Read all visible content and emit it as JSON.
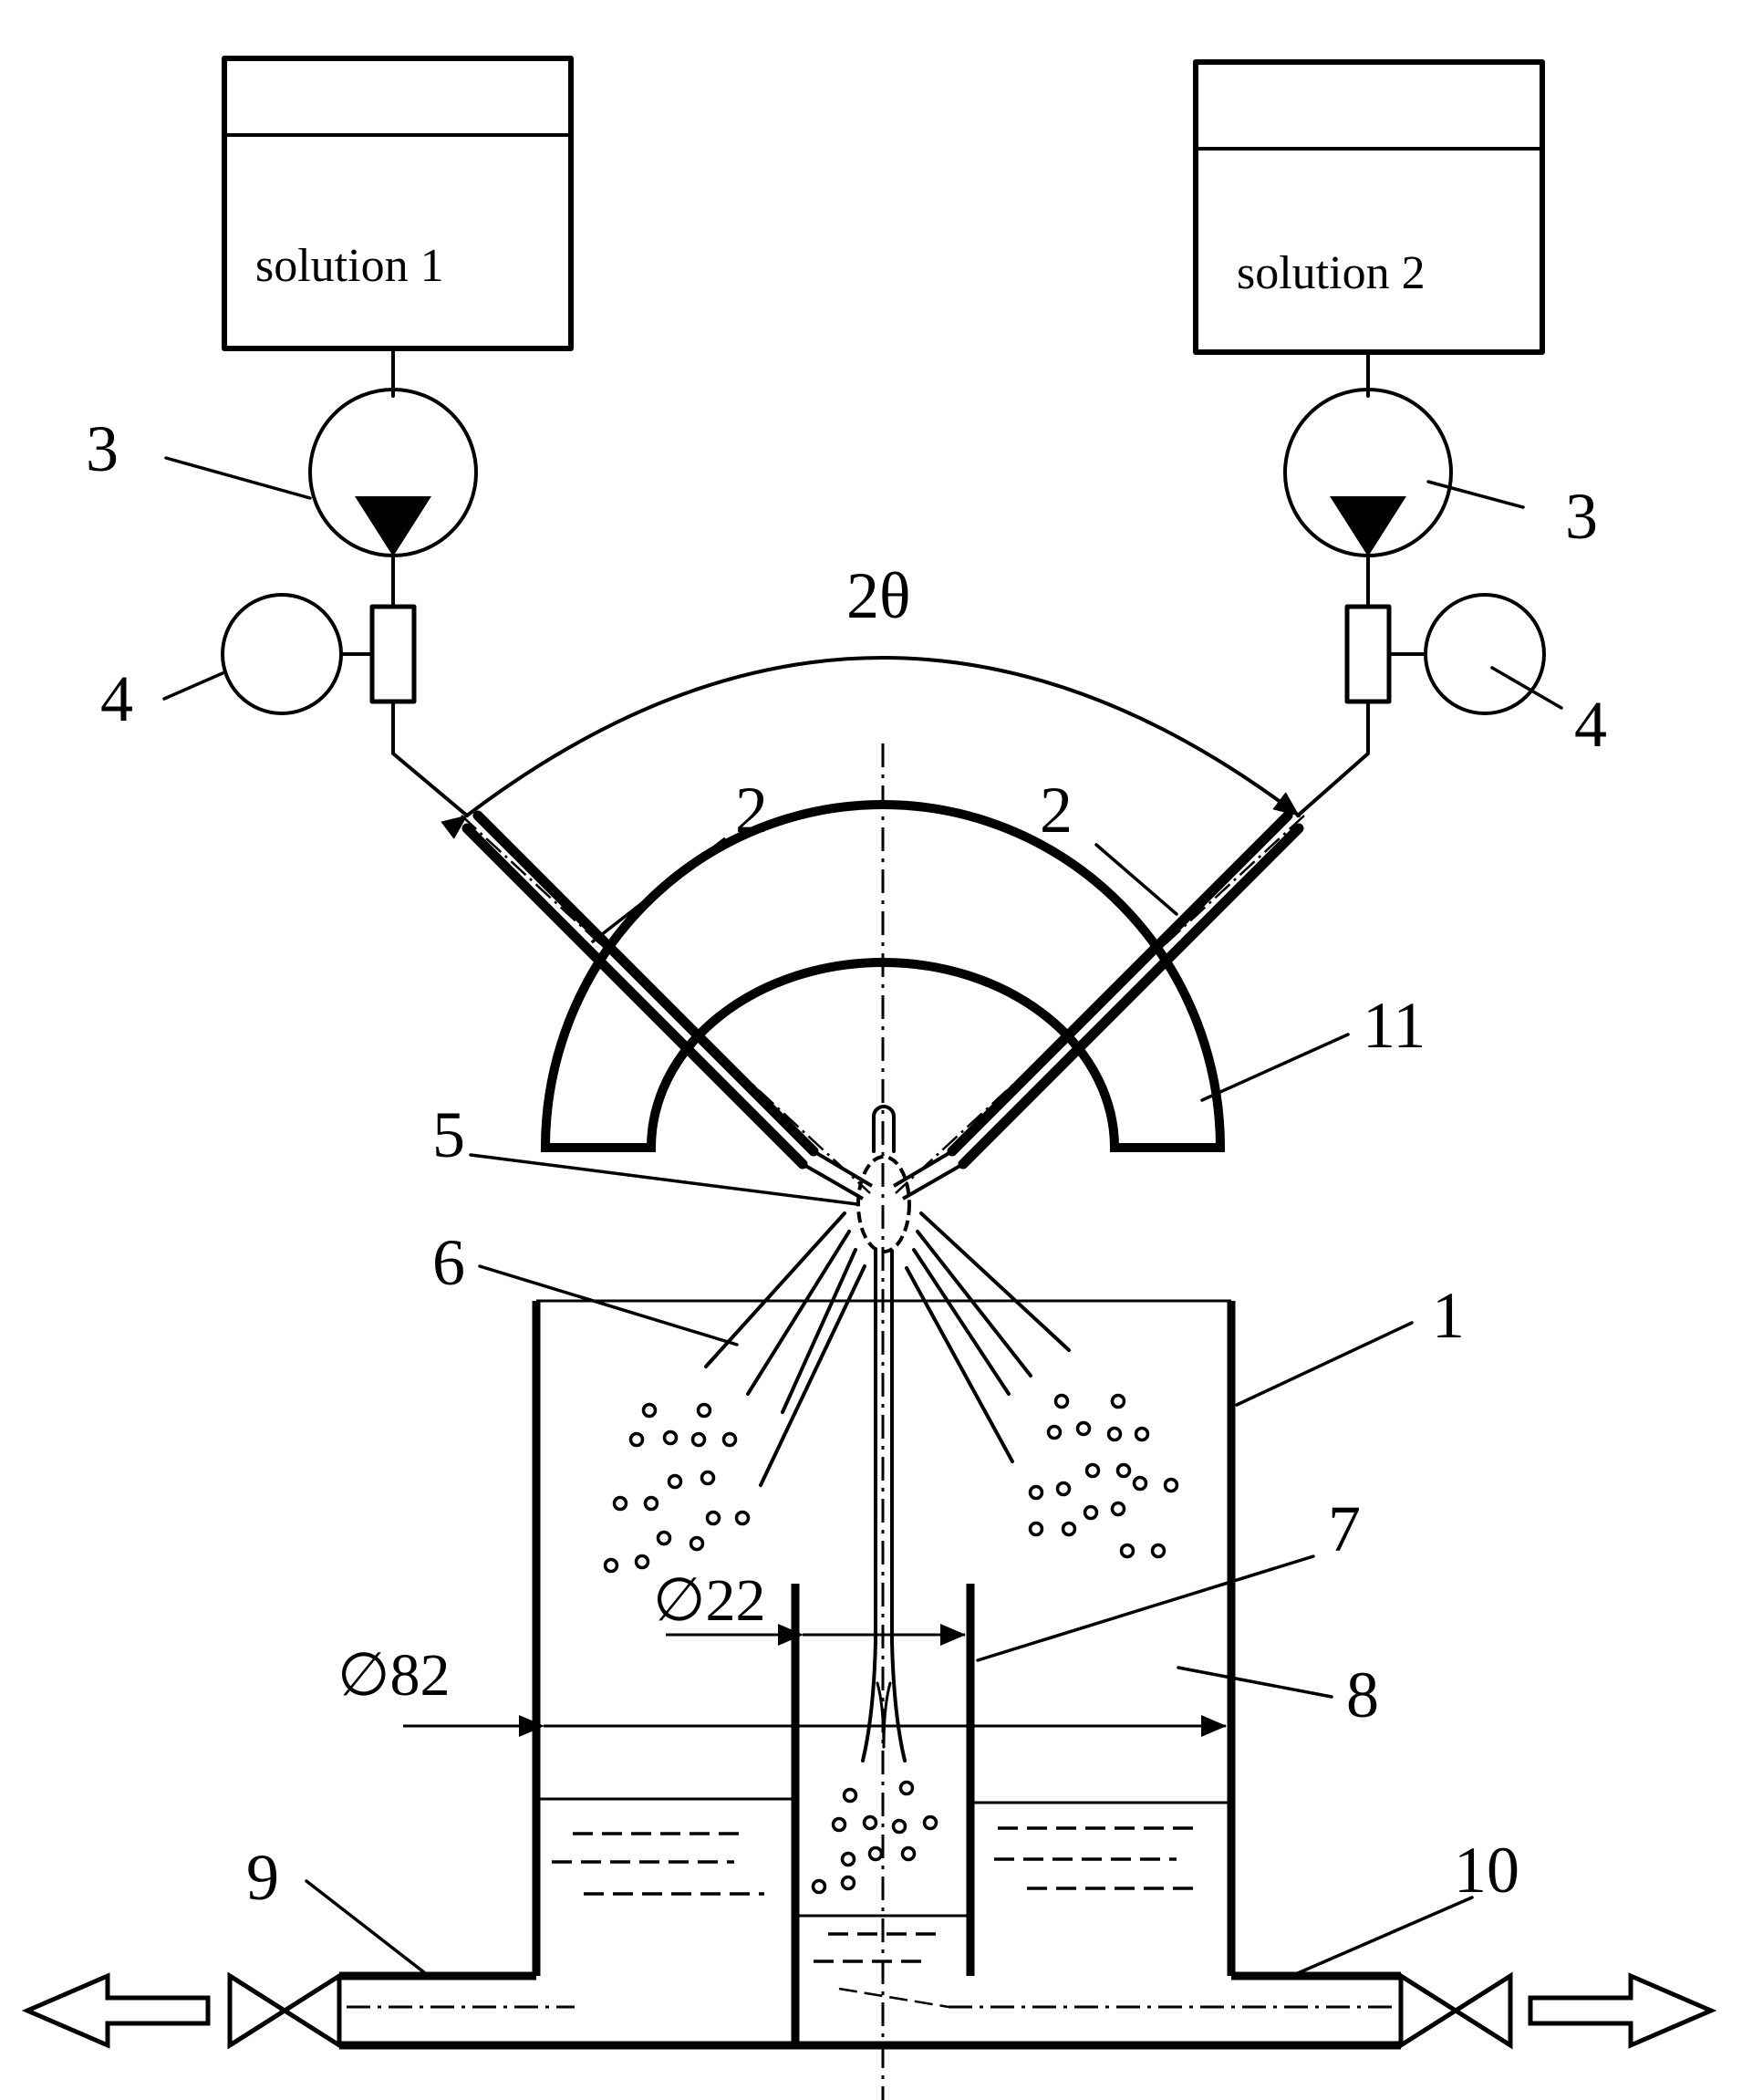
{
  "tanks": {
    "left": {
      "label": "solution 1"
    },
    "right": {
      "label": "solution 2"
    }
  },
  "angle_label": "2θ",
  "numbers": {
    "vessel": "1",
    "nozzle_left": "2",
    "nozzle_right": "2",
    "pump_left": "3",
    "pump_right": "3",
    "meter_left": "4",
    "meter_right": "4",
    "impingement": "5",
    "spray": "6",
    "inner_tube": "7",
    "chamber": "8",
    "outlet_left": "9",
    "outlet_right": "10",
    "holder": "11"
  },
  "dimensions": {
    "inner": "∅22",
    "outer": "∅82"
  },
  "colors": {
    "ink": "#000000",
    "paper": "#ffffff"
  }
}
